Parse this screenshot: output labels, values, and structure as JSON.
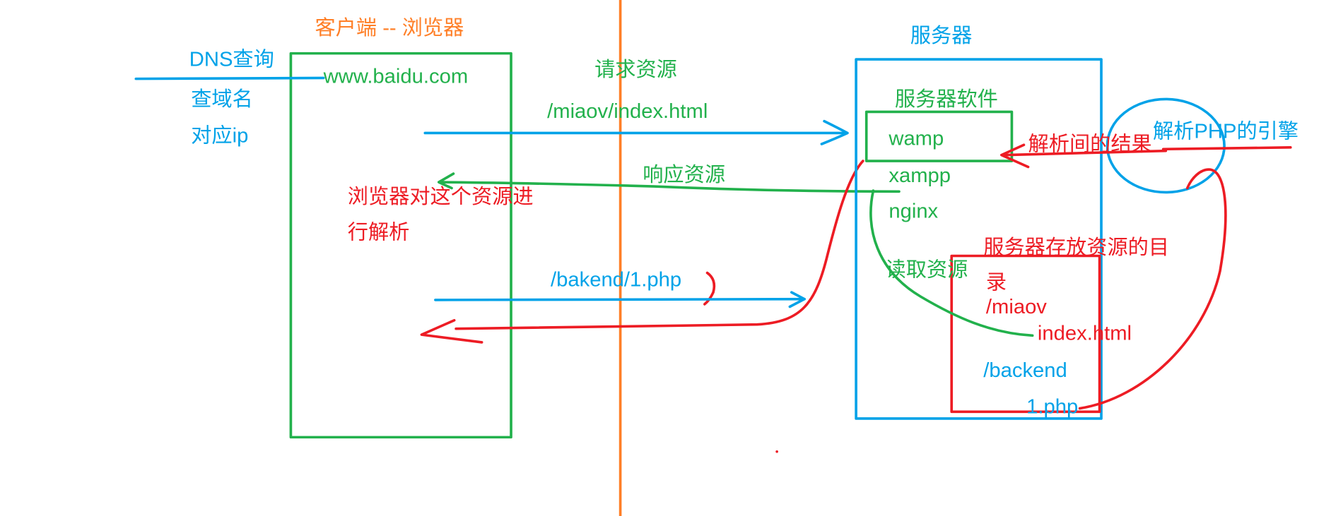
{
  "colors": {
    "orange": "#ff7f27",
    "green": "#22b14c",
    "blue": "#00a2e8",
    "red": "#ed1c24"
  },
  "client": {
    "title": "客户端 -- 浏览器",
    "url": "www.baidu.com",
    "parse_note": [
      "浏览器对这个资源进",
      "行解析"
    ]
  },
  "dns": {
    "lines": [
      "DNS查询",
      "查域名",
      "对应ip"
    ]
  },
  "request": {
    "label": "请求资源",
    "path": "/miaov/index.html"
  },
  "response": {
    "label": "响应资源"
  },
  "php_request": {
    "path": "/bakend/1.php"
  },
  "server": {
    "title": "服务器",
    "software_title": "服务器软件",
    "software": [
      "wamp",
      "xampp",
      "nginx"
    ],
    "read_label": "读取资源",
    "engine_result": "解析间的结果",
    "php_engine": "解析PHP的引擎",
    "resource_dir": {
      "title": [
        "服务器存放资源的目",
        "录"
      ],
      "items": [
        "/miaov",
        "index.html",
        "/backend",
        "1.php"
      ]
    }
  }
}
